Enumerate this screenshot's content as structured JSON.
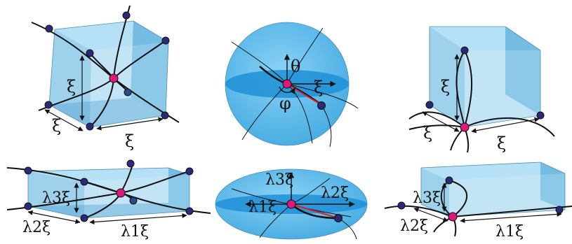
{
  "panels": [
    {
      "id": "cube-center",
      "labels": {
        "vertical": "ξ",
        "depth": "ξ",
        "width": "ξ"
      }
    },
    {
      "id": "sphere",
      "labels": {
        "theta": "θ",
        "radius": "ξ",
        "phi": "φ"
      }
    },
    {
      "id": "cube-corner",
      "labels": {
        "vertical": "ξ",
        "depth": "ξ",
        "width": "ξ"
      }
    },
    {
      "id": "box-center",
      "labels": {
        "vertical": "λ3ξ",
        "depth": "λ2ξ",
        "width": "λ1ξ"
      }
    },
    {
      "id": "ellipsoid",
      "labels": {
        "vertical": "λ3ξ",
        "right": "λ2ξ",
        "left": "λ1ξ"
      }
    },
    {
      "id": "box-corner",
      "labels": {
        "vertical": "λ3ξ",
        "depth": "λ2ξ",
        "width": "λ1ξ"
      }
    }
  ],
  "colors": {
    "box_fill": "#6cb8e0",
    "box_top": "#9ed4ef",
    "sphere_fill": "#67c1ee",
    "equator": "#1f8fd6",
    "node_pink": "#e0187a",
    "node_navy": "#2a2a78",
    "radius_red": "#d8202a"
  }
}
